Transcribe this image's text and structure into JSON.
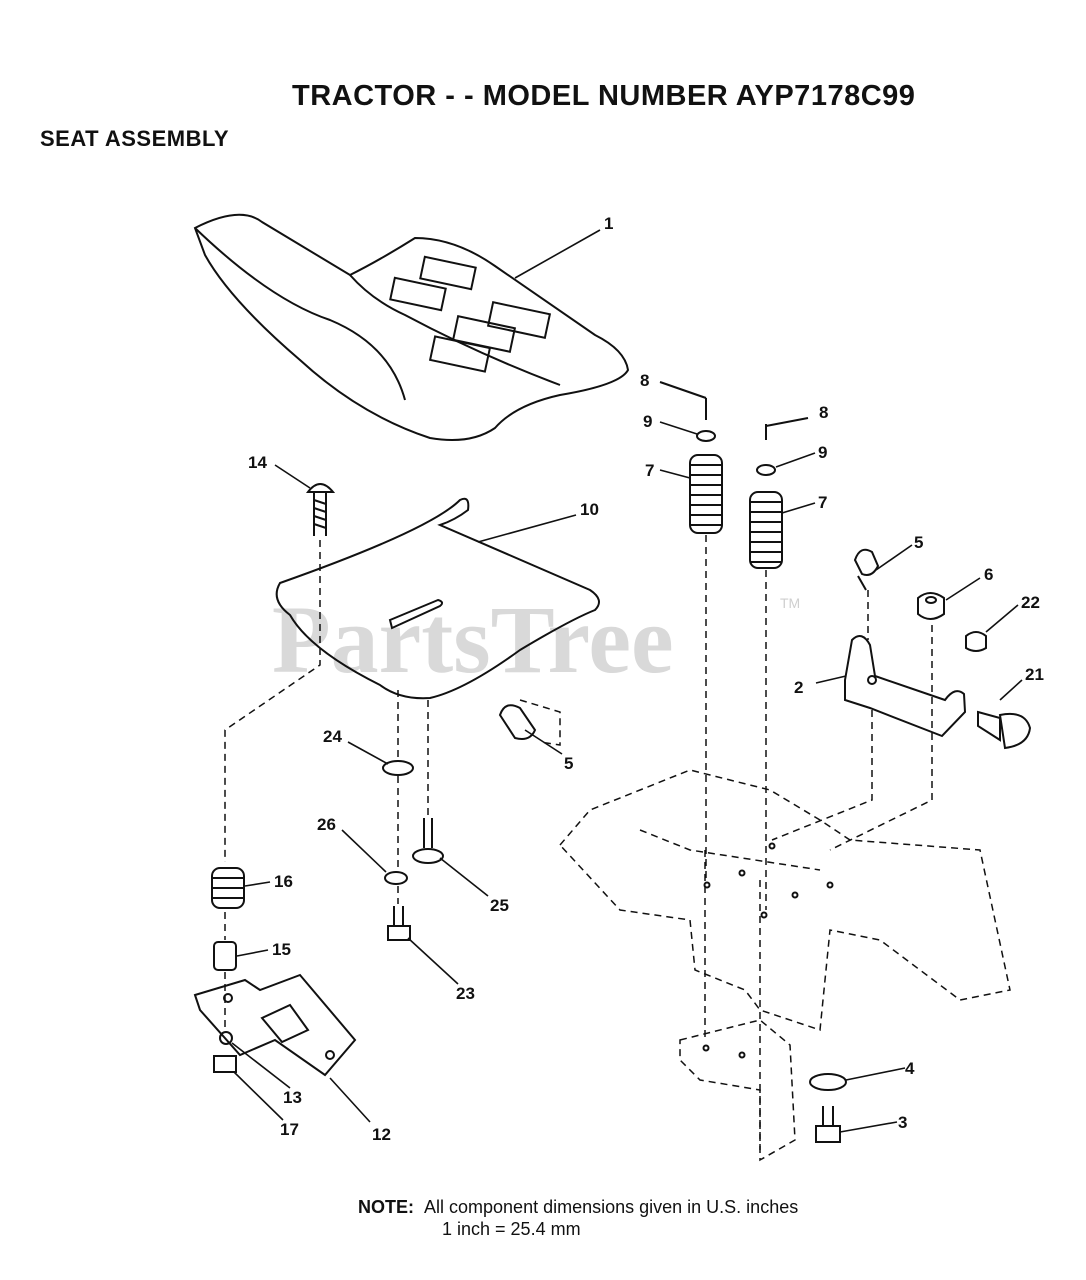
{
  "title": "TRACTOR - - MODEL NUMBER AYP7178C99",
  "subtitle": "SEAT ASSEMBLY",
  "watermark": "PartsTree",
  "watermark_tm": "TM",
  "note": {
    "label": "NOTE:",
    "line1": "All component dimensions given in U.S. inches",
    "line2": "1 inch = 25.4 mm"
  },
  "callouts": [
    "1",
    "8",
    "9",
    "8",
    "9",
    "7",
    "7",
    "14",
    "10",
    "5",
    "6",
    "22",
    "2",
    "21",
    "5",
    "24",
    "26",
    "25",
    "16",
    "15",
    "23",
    "4",
    "3",
    "13",
    "17",
    "12"
  ]
}
